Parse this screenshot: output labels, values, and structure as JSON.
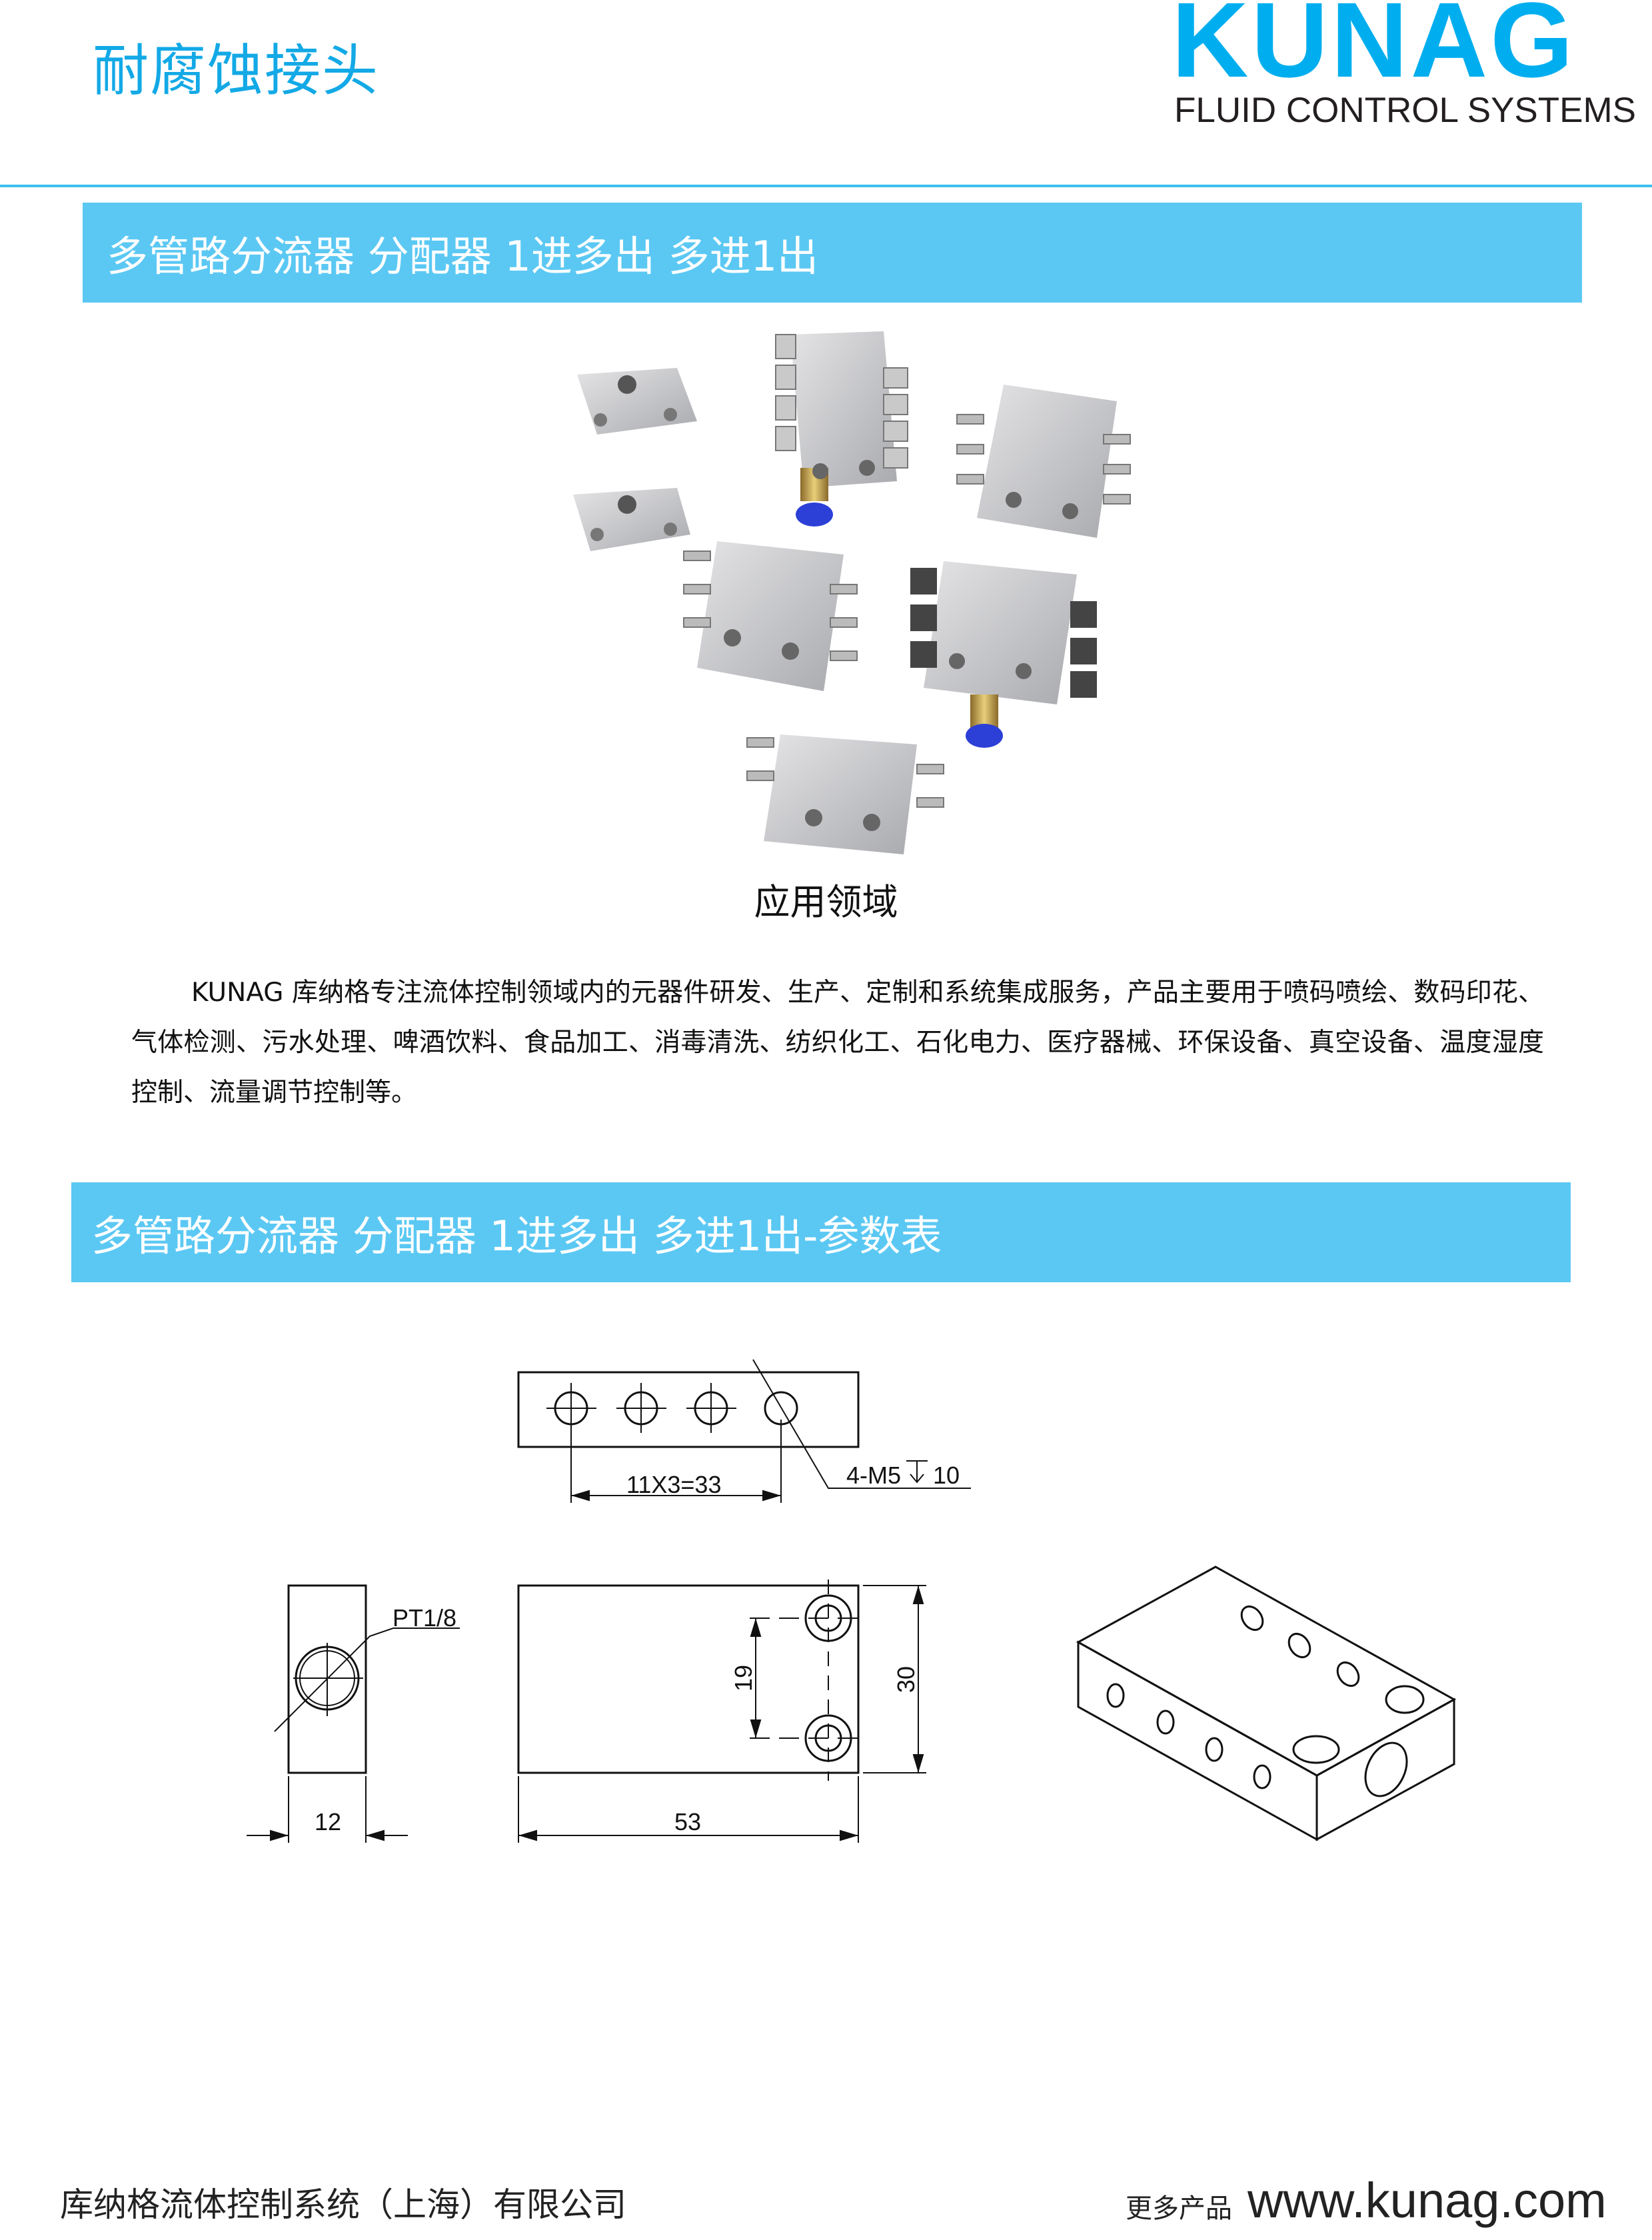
{
  "header": {
    "title": "耐腐蚀接头",
    "logo": "KUNAG",
    "tagline": "FLUID CONTROL SYSTEMS"
  },
  "section1": {
    "banner": "多管路分流器 分配器 1进多出 多进1出",
    "application_heading": "应用领域",
    "intro": "KUNAG 库纳格专注流体控制领域内的元器件研发、生产、定制和系统集成服务，产品主要用于喷码喷绘、数码印花、气体检测、污水处理、啤酒饮料、食品加工、消毒清洗、纺织化工、石化电力、医疗器械、环保设备、真空设备、温度湿度控制、流量调节控制等。"
  },
  "section2": {
    "banner": "多管路分流器 分配器 1进多出 多进1出-参数表",
    "dims": {
      "spacing": "11X3=33",
      "thread_top": "4-M5",
      "depth": "10",
      "port": "PT1/8",
      "width": "12",
      "length": "53",
      "hole_pitch": "19",
      "height": "30"
    }
  },
  "footer": {
    "company": "库纳格流体控制系统（上海）有限公司",
    "more": "更多产品",
    "url": "www.kunag.com"
  },
  "colors": {
    "accent": "#5bc8f3",
    "brand": "#00aeef"
  }
}
